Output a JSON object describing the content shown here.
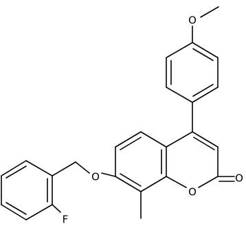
{
  "molecule": {
    "atom_labels": {
      "methoxy_oxygen": "O",
      "ether_oxygen": "O",
      "ring_oxygen": "O",
      "carbonyl_oxygen": "O",
      "fluorine": "F"
    },
    "colors": {
      "bond": "#000000",
      "label": "#000000",
      "background": "#ffffff"
    }
  }
}
